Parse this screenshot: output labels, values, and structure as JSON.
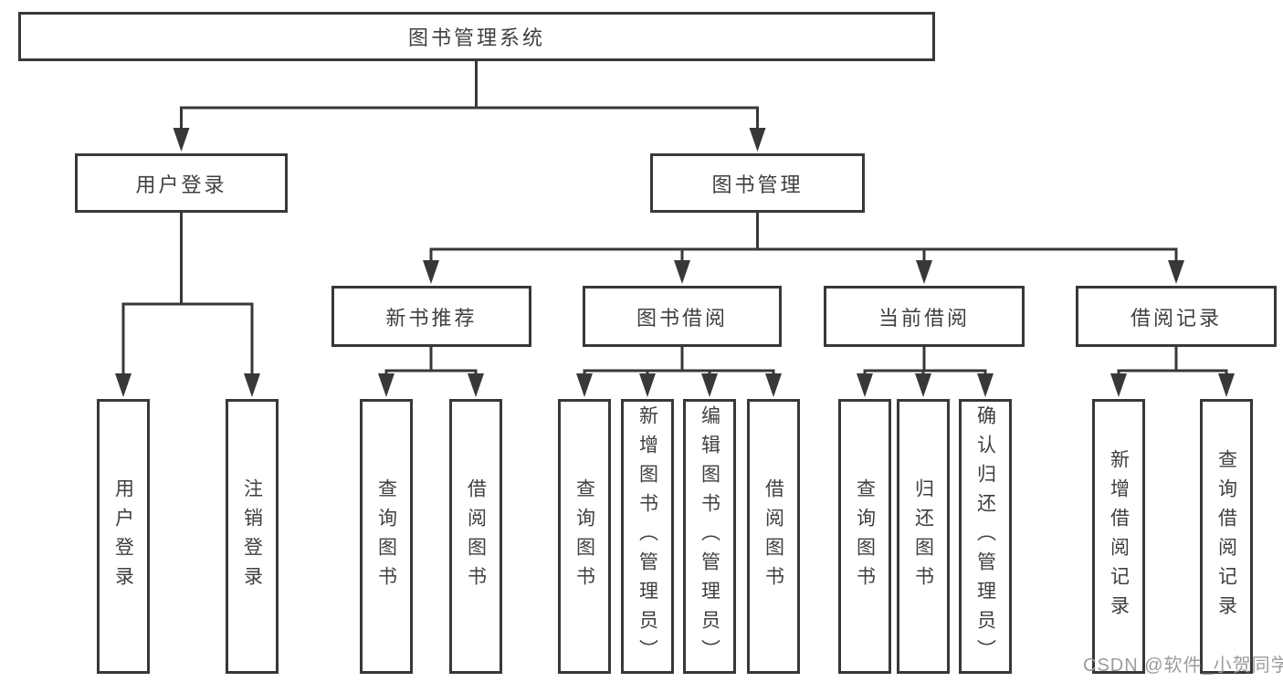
{
  "diagram": {
    "root": {
      "label": "图书管理系统"
    },
    "level2": [
      {
        "label": "用户登录"
      },
      {
        "label": "图书管理"
      }
    ],
    "level3": [
      {
        "label": "新书推荐"
      },
      {
        "label": "图书借阅"
      },
      {
        "label": "当前借阅"
      },
      {
        "label": "借阅记录"
      }
    ],
    "leaves": {
      "user_login": [
        "用户登录",
        "注销登录"
      ],
      "new_book": [
        "查询图书",
        "借阅图书"
      ],
      "book_borrow": [
        "查询图书",
        "新增图书（管理员）",
        "编辑图书（管理员）",
        "借阅图书"
      ],
      "current_borrow": [
        "查询图书",
        "归还图书",
        "确认归还（管理员）"
      ],
      "borrow_records": [
        "新增借阅记录",
        "查询借阅记录"
      ]
    }
  },
  "watermark": {
    "text": "CSDN @软件_小贺同学"
  },
  "colors": {
    "line": "#383838",
    "text": "#3f3f3f",
    "box_fill": "#ffffff",
    "watermark": "#9c9c9c",
    "background": "#ffffff"
  }
}
